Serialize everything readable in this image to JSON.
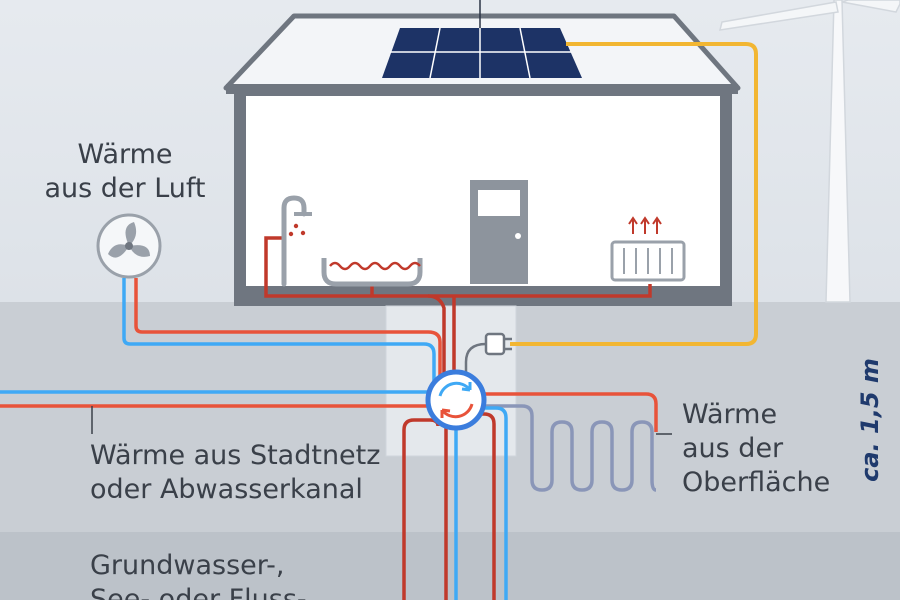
{
  "labels": {
    "air_heat": [
      "Wärme",
      "aus der Luft"
    ],
    "district_heat": [
      "Wärme aus Stadtnetz",
      "oder Abwasserkanal"
    ],
    "surface_heat": [
      "Wärme",
      "aus der",
      "Oberfläche"
    ],
    "groundwater_heat": [
      "Grundwasser-,",
      "See- oder Fluss-"
    ]
  },
  "depth_marker": "ca. 1,5 m",
  "colors": {
    "sky_top": "#e6eaef",
    "sky_bottom": "#dde2e8",
    "ground_upper": "#c9ced4",
    "ground_lower": "#bcc2c9",
    "house_wall": "#6f7680",
    "house_inner": "#ffffff",
    "solar_panel": "#1d3366",
    "pipe_red": "#c0392b",
    "pipe_blue": "#3fa9f5",
    "pipe_orange": "#e8533a",
    "cable_yellow": "#f2b632",
    "heat_pump": "#3b7ddd",
    "text": "#3a4049",
    "depth_text": "#1f3a6d"
  },
  "icons": [
    "fan-icon",
    "shower-icon",
    "bathtub-icon",
    "door-icon",
    "radiator-icon",
    "plug-icon",
    "heat-pump-icon",
    "wind-turbine-icon",
    "solar-panel-icon"
  ]
}
